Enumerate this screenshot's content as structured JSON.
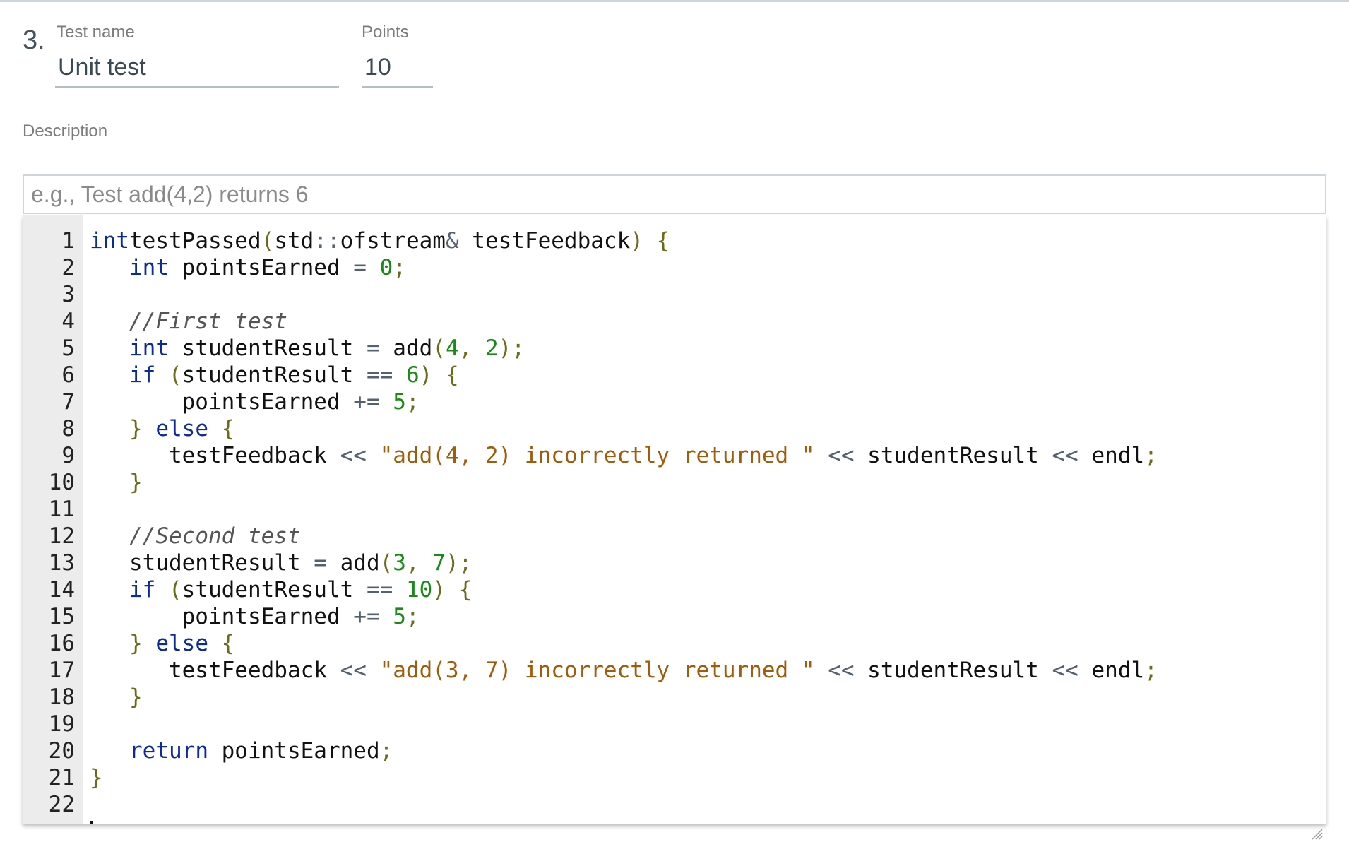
{
  "test": {
    "number": "3.",
    "name_label": "Test name",
    "name_value": "Unit test",
    "points_label": "Points",
    "points_value": "10"
  },
  "description": {
    "label": "Description",
    "placeholder": "e.g., Test add(4,2) returns 6"
  },
  "editor": {
    "language": "cpp",
    "lines": [
      [
        [
          "kw",
          "int"
        ],
        [
          "",
          "testPassed"
        ],
        [
          "pn",
          "("
        ],
        [
          "",
          "std"
        ],
        [
          "op",
          "::"
        ],
        [
          "",
          "ofstream"
        ],
        [
          "op",
          "&"
        ],
        [
          "",
          " testFeedback"
        ],
        [
          "pn",
          ")"
        ],
        [
          "",
          " "
        ],
        [
          "pn",
          "{"
        ]
      ],
      [
        [
          "",
          "   "
        ],
        [
          "kw",
          "int"
        ],
        [
          "",
          " pointsEarned "
        ],
        [
          "op",
          "="
        ],
        [
          "",
          " "
        ],
        [
          "num",
          "0"
        ],
        [
          "pn",
          ";"
        ]
      ],
      [],
      [
        [
          "",
          "   "
        ],
        [
          "cm",
          "//First test"
        ]
      ],
      [
        [
          "",
          "   "
        ],
        [
          "kw",
          "int"
        ],
        [
          "",
          " studentResult "
        ],
        [
          "op",
          "="
        ],
        [
          "",
          " add"
        ],
        [
          "pn",
          "("
        ],
        [
          "num",
          "4"
        ],
        [
          "pn",
          ","
        ],
        [
          "",
          " "
        ],
        [
          "num",
          "2"
        ],
        [
          "pn",
          ");"
        ]
      ],
      [
        [
          "",
          "   "
        ],
        [
          "kw",
          "if"
        ],
        [
          "",
          " "
        ],
        [
          "pn",
          "("
        ],
        [
          "",
          "studentResult "
        ],
        [
          "op",
          "=="
        ],
        [
          "",
          " "
        ],
        [
          "num",
          "6"
        ],
        [
          "pn",
          ")"
        ],
        [
          "",
          " "
        ],
        [
          "pn",
          "{"
        ]
      ],
      [
        [
          "",
          "       pointsEarned "
        ],
        [
          "op",
          "+="
        ],
        [
          "",
          " "
        ],
        [
          "num",
          "5"
        ],
        [
          "pn",
          ";"
        ]
      ],
      [
        [
          "",
          "   "
        ],
        [
          "pn",
          "}"
        ],
        [
          "",
          " "
        ],
        [
          "kw",
          "else"
        ],
        [
          "",
          " "
        ],
        [
          "pn",
          "{"
        ]
      ],
      [
        [
          "",
          "      testFeedback "
        ],
        [
          "op",
          "<<"
        ],
        [
          "",
          " "
        ],
        [
          "str",
          "\"add(4, 2) incorrectly returned \""
        ],
        [
          "",
          " "
        ],
        [
          "op",
          "<<"
        ],
        [
          "",
          " studentResult "
        ],
        [
          "op",
          "<<"
        ],
        [
          "",
          " endl"
        ],
        [
          "pn",
          ";"
        ]
      ],
      [
        [
          "",
          "   "
        ],
        [
          "pn",
          "}"
        ]
      ],
      [],
      [
        [
          "",
          "   "
        ],
        [
          "cm",
          "//Second test"
        ]
      ],
      [
        [
          "",
          "   studentResult "
        ],
        [
          "op",
          "="
        ],
        [
          "",
          " add"
        ],
        [
          "pn",
          "("
        ],
        [
          "num",
          "3"
        ],
        [
          "pn",
          ","
        ],
        [
          "",
          " "
        ],
        [
          "num",
          "7"
        ],
        [
          "pn",
          ");"
        ]
      ],
      [
        [
          "",
          "   "
        ],
        [
          "kw",
          "if"
        ],
        [
          "",
          " "
        ],
        [
          "pn",
          "("
        ],
        [
          "",
          "studentResult "
        ],
        [
          "op",
          "=="
        ],
        [
          "",
          " "
        ],
        [
          "num",
          "10"
        ],
        [
          "pn",
          ")"
        ],
        [
          "",
          " "
        ],
        [
          "pn",
          "{"
        ]
      ],
      [
        [
          "",
          "       pointsEarned "
        ],
        [
          "op",
          "+="
        ],
        [
          "",
          " "
        ],
        [
          "num",
          "5"
        ],
        [
          "pn",
          ";"
        ]
      ],
      [
        [
          "",
          "   "
        ],
        [
          "pn",
          "}"
        ],
        [
          "",
          " "
        ],
        [
          "kw",
          "else"
        ],
        [
          "",
          " "
        ],
        [
          "pn",
          "{"
        ]
      ],
      [
        [
          "",
          "      testFeedback "
        ],
        [
          "op",
          "<<"
        ],
        [
          "",
          " "
        ],
        [
          "str",
          "\"add(3, 7) incorrectly returned \""
        ],
        [
          "",
          " "
        ],
        [
          "op",
          "<<"
        ],
        [
          "",
          " studentResult "
        ],
        [
          "op",
          "<<"
        ],
        [
          "",
          " endl"
        ],
        [
          "pn",
          ";"
        ]
      ],
      [
        [
          "",
          "   "
        ],
        [
          "pn",
          "}"
        ]
      ],
      [],
      [
        [
          "",
          "   "
        ],
        [
          "kw",
          "return"
        ],
        [
          "",
          " pointsEarned"
        ],
        [
          "pn",
          ";"
        ]
      ],
      [
        [
          "pn",
          "}"
        ]
      ],
      []
    ]
  }
}
